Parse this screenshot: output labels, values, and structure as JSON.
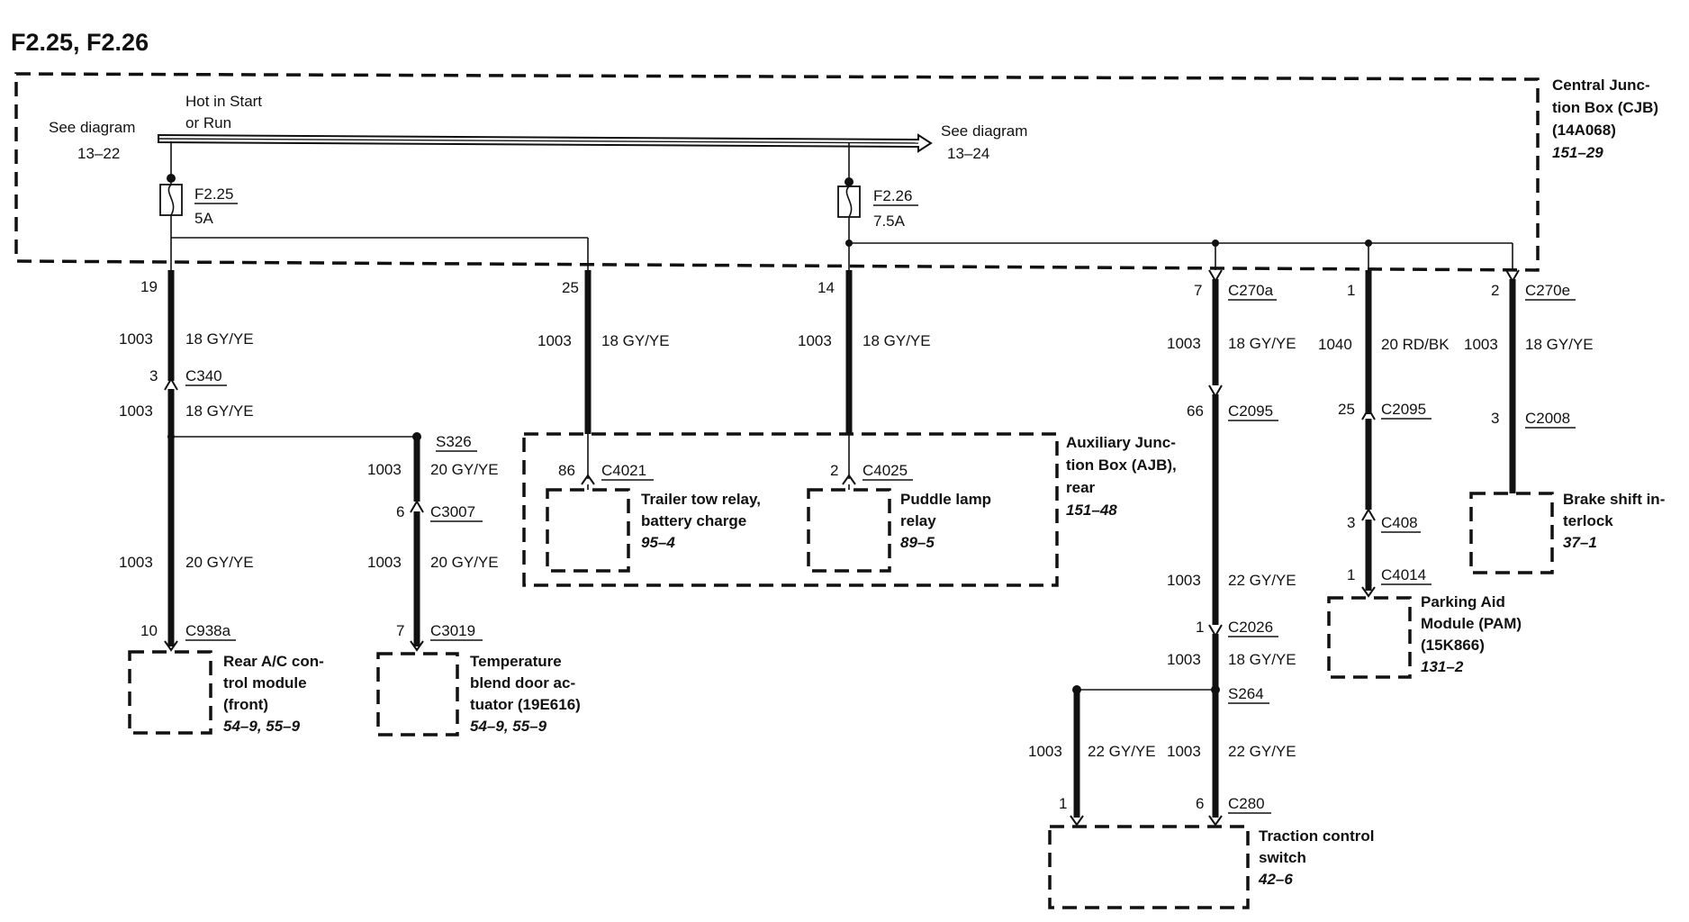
{
  "title": "F2.25, F2.26",
  "bus": {
    "hot_label_1": "Hot in Start",
    "hot_label_2": "or Run",
    "left_ref_1": "See diagram",
    "left_ref_2": "13–22",
    "right_ref_1": "See diagram",
    "right_ref_2": "13–24"
  },
  "cjb": {
    "l1": "Central Junc-",
    "l2": "tion Box (CJB)",
    "l3": "(14A068)",
    "ref": "151–29"
  },
  "ajb": {
    "l1": "Auxiliary Junc-",
    "l2": "tion Box (AJB),",
    "l3": "rear",
    "ref": "151–48"
  },
  "fuses": [
    {
      "id": "F2.25",
      "rating": "5A"
    },
    {
      "id": "F2.26",
      "rating": "7.5A"
    }
  ],
  "pins": {
    "p19": "19",
    "p25": "25",
    "p14": "14",
    "p7": "7",
    "p1": "1",
    "p2": "2",
    "c340_pin": "3",
    "c938a_pin": "10",
    "c3007_pin": "6",
    "c3019_pin": "7",
    "c4021_pin": "86",
    "c4025_pin": "2",
    "c2095_pin66": "66",
    "c2095_pin25": "25",
    "c2008_pin": "3",
    "c408_pin": "3",
    "c4014_pin": "1",
    "c2026_pin": "1",
    "c280_pin6": "6",
    "c280_pin1": "1"
  },
  "circuits": {
    "w1003": "1003",
    "w1040": "1040",
    "g18": "18 GY/YE",
    "g20": "20 GY/YE",
    "g22": "22 GY/YE",
    "rb20": "20 RD/BK"
  },
  "connectors": {
    "c270a": "C270a",
    "c270e": "C270e",
    "c340": "C340",
    "s326": "S326",
    "c3007": "C3007",
    "c3019": "C3019",
    "c938a": "C938a",
    "c4021": "C4021",
    "c4025": "C4025",
    "c2095": "C2095",
    "c2008": "C2008",
    "c408": "C408",
    "c4014": "C4014",
    "c2026": "C2026",
    "s264": "S264",
    "c280": "C280"
  },
  "components": {
    "rear_ac": {
      "l1": "Rear A/C con-",
      "l2": "trol module",
      "l3": "(front)",
      "ref": "54–9, 55–9"
    },
    "temp_blend": {
      "l1": "Temperature",
      "l2": "blend door ac-",
      "l3": "tuator (19E616)",
      "ref": "54–9, 55–9"
    },
    "trailer_tow": {
      "l1": "Trailer tow relay,",
      "l2": "battery charge",
      "ref": "95–4"
    },
    "puddle": {
      "l1": "Puddle lamp",
      "l2": "relay",
      "ref": "89–5"
    },
    "brake_shift": {
      "l1": "Brake shift in-",
      "l2": "terlock",
      "ref": "37–1"
    },
    "pam": {
      "l1": "Parking Aid",
      "l2": "Module (PAM)",
      "l3": "(15K866)",
      "ref": "131–2"
    },
    "traction": {
      "l1": "Traction control",
      "l2": "switch",
      "ref": "42–6"
    }
  }
}
